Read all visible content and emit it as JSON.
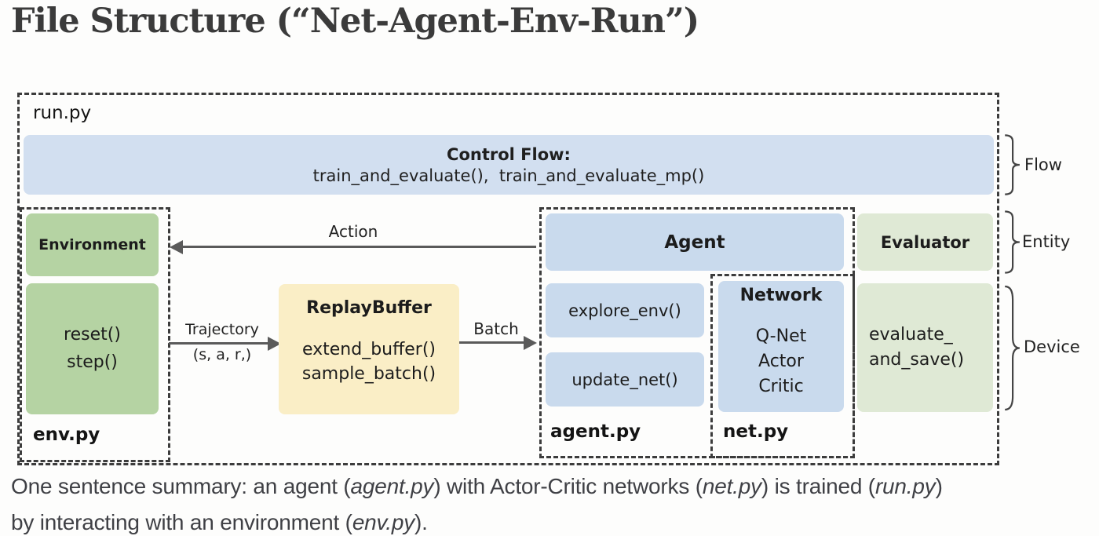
{
  "title": "File Structure (“Net-Agent-Env-Run”)",
  "colors": {
    "box_blue": "#d2dff0",
    "box_blue_light": "#c9daed",
    "green_strong": "#b5d3a3",
    "green_light": "#dfe9d5",
    "yellow": "#faeec6",
    "arrow": "#5a5a5a"
  },
  "diagram": {
    "run_file": "run.py",
    "control_flow": {
      "title": "Control Flow:",
      "functions": "train_and_evaluate(),  train_and_evaluate_mp()"
    },
    "environment": {
      "entity": "Environment",
      "methods": [
        "reset()",
        "step()"
      ],
      "file": "env.py"
    },
    "replay_buffer": {
      "title": "ReplayBuffer",
      "methods": [
        "extend_buffer()",
        "sample_batch()"
      ]
    },
    "agent": {
      "entity": "Agent",
      "methods": [
        "explore_env()",
        "update_net()"
      ],
      "file": "agent.py"
    },
    "network": {
      "entity": "Network",
      "nets": [
        "Q-Net",
        "Actor",
        "Critic"
      ],
      "file": "net.py"
    },
    "evaluator": {
      "entity": "Evaluator",
      "method_lines": [
        "evaluate_",
        "and_save()"
      ]
    },
    "arrows": {
      "action": "Action",
      "trajectory": "Trajectory",
      "trajectory_sub": "(s, a, r,)",
      "batch": "Batch"
    },
    "annotations": {
      "flow": "Flow",
      "entity": "Entity",
      "device": "Device"
    }
  },
  "summary": {
    "line1": [
      "One sentence summary: an agent (",
      "agent.py",
      ") with Actor-Critic networks (",
      "net.py",
      ") is trained (",
      "run.py",
      ")"
    ],
    "line2": [
      "by interacting with an environment (",
      "env.py",
      ")."
    ]
  }
}
